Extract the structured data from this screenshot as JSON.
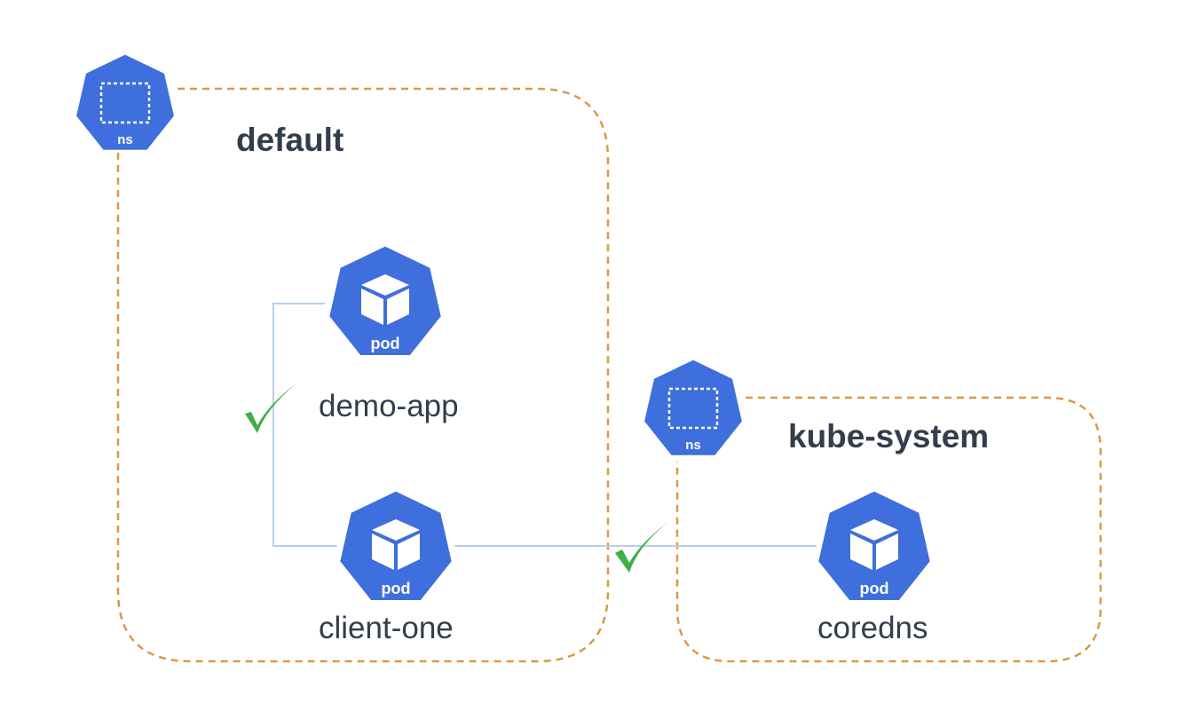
{
  "namespaces": [
    {
      "name": "default",
      "icon_label": "ns"
    },
    {
      "name": "kube-system",
      "icon_label": "ns"
    }
  ],
  "pods": [
    {
      "name": "demo-app",
      "icon_label": "pod"
    },
    {
      "name": "client-one",
      "icon_label": "pod"
    },
    {
      "name": "coredns",
      "icon_label": "pod"
    }
  ],
  "connections": [
    {
      "from": "client-one",
      "to": "demo-app",
      "status": "allowed",
      "icon": "checkmark-icon"
    },
    {
      "from": "client-one",
      "to": "coredns",
      "status": "allowed",
      "icon": "checkmark-icon"
    }
  ],
  "colors": {
    "icon_fill": "#3f6fdc",
    "namespace_border": "#d89a48",
    "connection_line": "#b9cdee",
    "check": "#3fae48",
    "text": "#333d4c"
  }
}
